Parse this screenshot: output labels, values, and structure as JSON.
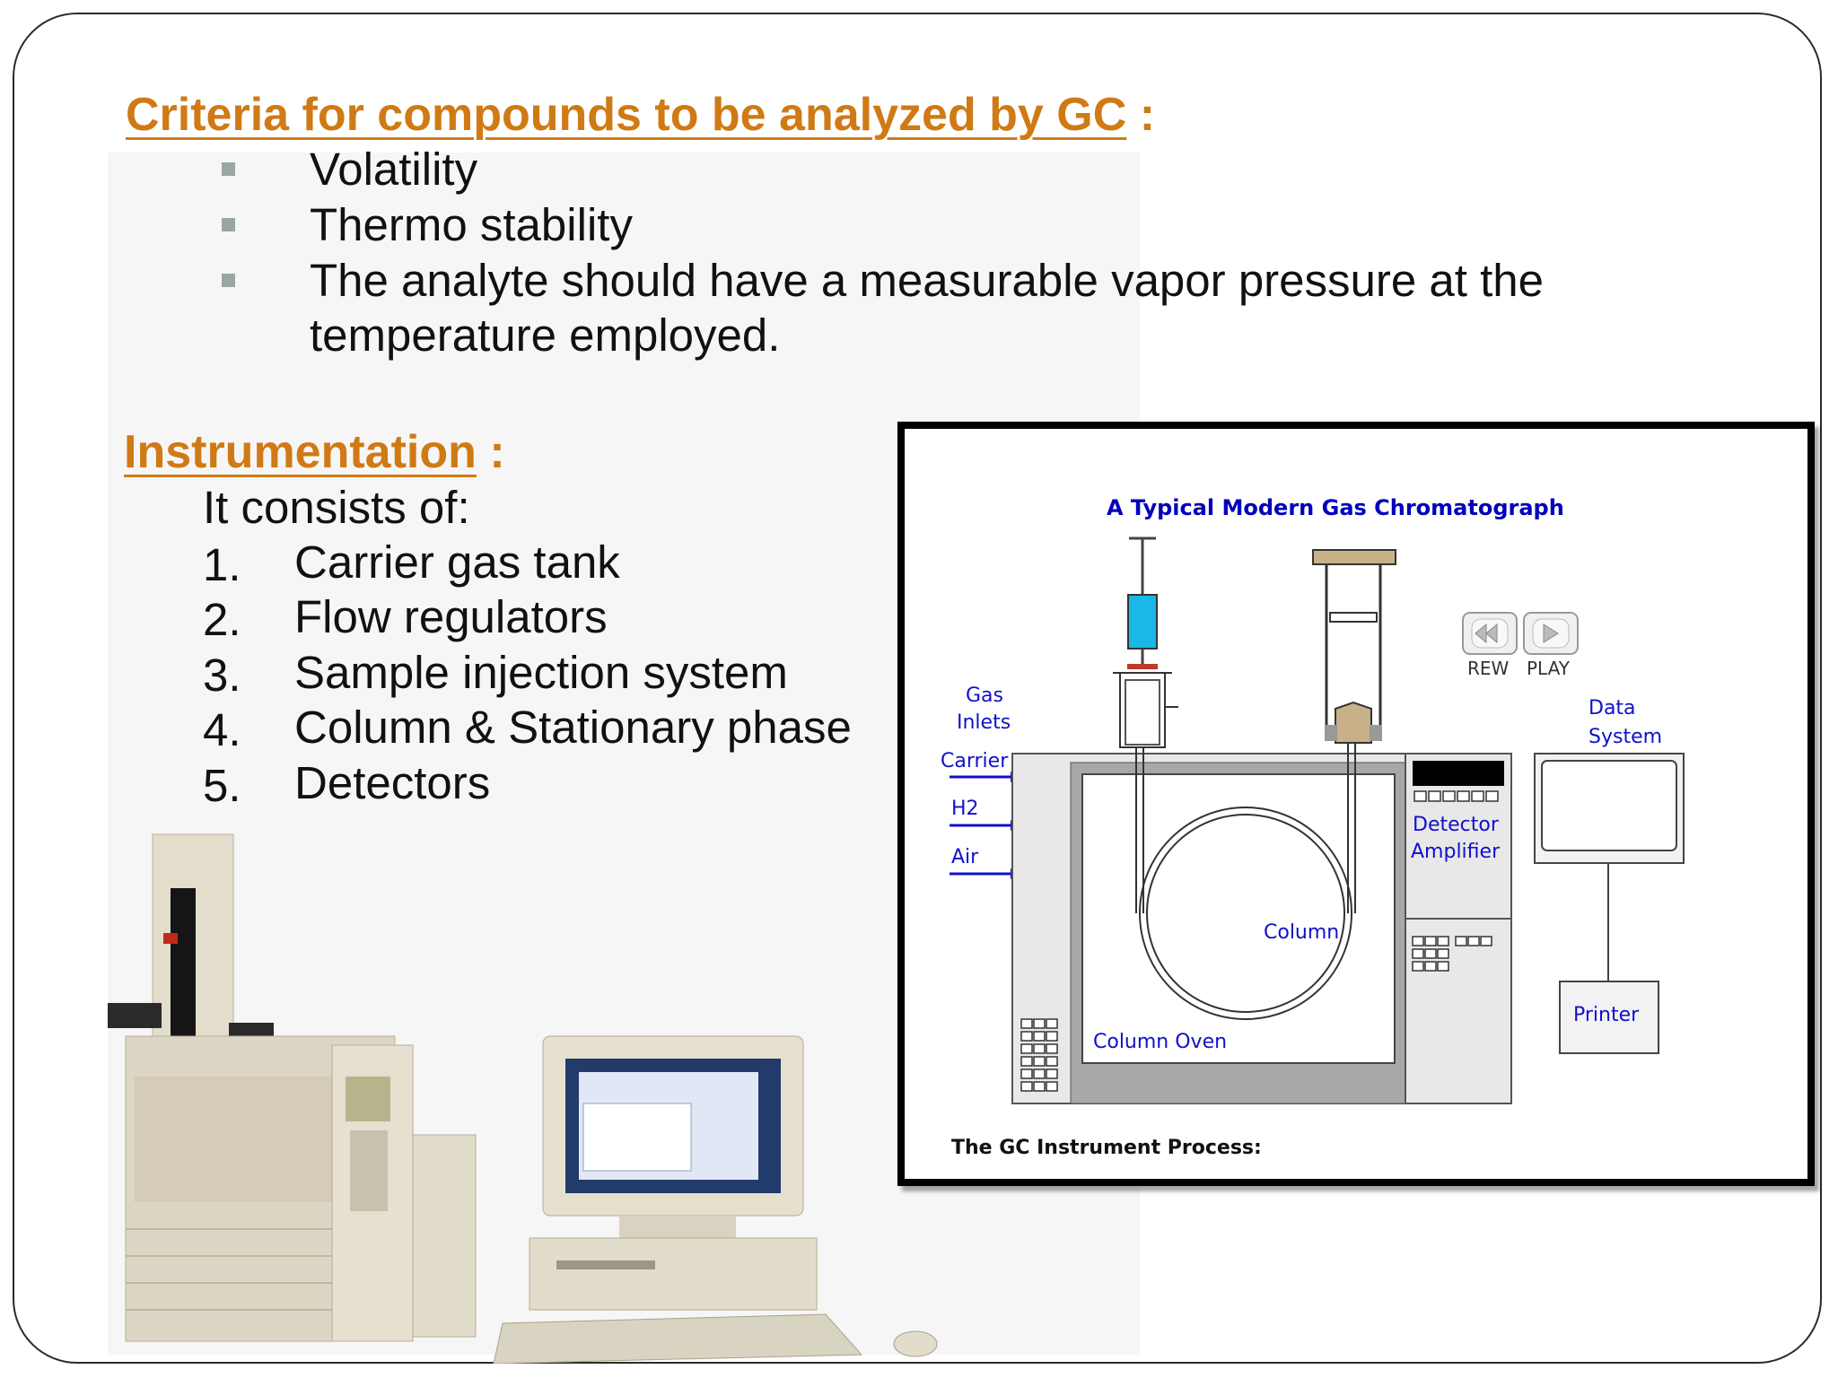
{
  "criteria": {
    "heading": "Criteria for compounds to be analyzed by GC",
    "colon": ":",
    "bullets": [
      "Volatility",
      "Thermo stability",
      "The analyte should have a measurable vapor pressure at the",
      "temperature employed."
    ]
  },
  "instrumentation": {
    "heading": "Instrumentation",
    "colon": ":",
    "intro": "It consists of:",
    "items": [
      {
        "num": "1.",
        "text": "Carrier gas tank"
      },
      {
        "num": "2.",
        "text": "Flow regulators"
      },
      {
        "num": "3.",
        "text": "Sample injection system"
      },
      {
        "num": "4.",
        "text": "Column & Stationary phase"
      },
      {
        "num": "5.",
        "text": "Detectors"
      }
    ]
  },
  "diagram": {
    "title": "A Typical Modern Gas Chromatograph",
    "gas_inlets": [
      "Gas",
      "Inlets"
    ],
    "carrier": "Carrier",
    "h2": "H2",
    "air": "Air",
    "column": "Column",
    "column_oven": "Column Oven",
    "detector_amplifier": [
      "Detector",
      "Amplifier"
    ],
    "data_system": [
      "Data",
      "System"
    ],
    "printer": "Printer",
    "rew": "REW",
    "play": "PLAY",
    "caption": "The GC Instrument Process:",
    "colors": {
      "blue_text": "#1010cc",
      "title_blue": "#0000bb",
      "orange": "#d07a15"
    }
  }
}
